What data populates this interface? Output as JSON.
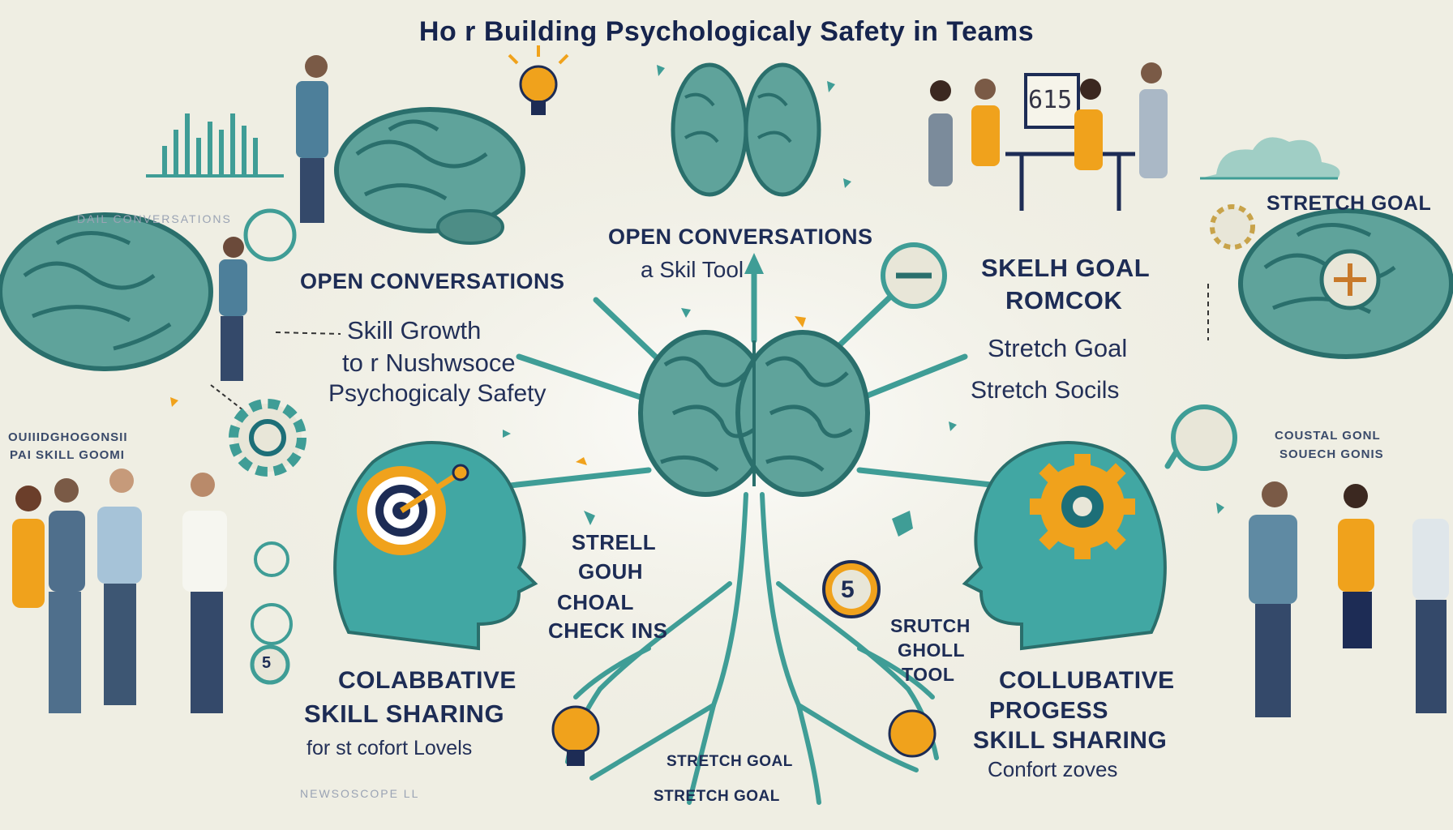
{
  "title": "Ho r Building Psychologicaly Safety in Teams",
  "labels": {
    "open_conversations_center": "OPEN CONVERSATIONS",
    "skill_tool": "a Skil  Tool",
    "open_conversations_left": "OPEN CONVERSATIONS",
    "skill_growth": "Skill Growth",
    "nushwsoce": "to r Nushwsoce",
    "psychogicaly_safety": "Psychogicaly Safety",
    "skelh_goal": "SKELH GOAL",
    "romcok": "ROMCOK",
    "stretch_goal_right": "Stretch Goal",
    "stretch_socils": "Stretch Socils",
    "stretch_goal_top_right": "STRETCH GOAL",
    "goal_left_1": "OUIIIDGHOGONSII",
    "goal_left_2": "PAI SKILL GOOMI",
    "goal_right_1": "COUSTAL GONL",
    "goal_right_2": "SOUECH GONIS",
    "strell": "STRELL",
    "gouh": "GOUH",
    "choal": "CHOAL",
    "check_ins": "CHECK INS",
    "sructch": "SRUTCH",
    "gholl": "GHOLL",
    "tool": "TOOL",
    "colabative_left": "COLABBATIVE",
    "skill_sharing_left": "SKILL SHARING",
    "comfort_levels": "for  st cofort Lovels",
    "colabative_right": "COLLUBATIVE",
    "progess": "PROGESS",
    "skill_sharing_right": "SKILL SHARING",
    "confort_zoves": "Confort zoves",
    "stretch_goal_bottom_1": "STRETCH        GOAL",
    "stretch_goal_bottom_2": "STRETCH GOAL",
    "faint_left": "DAIL CONVERSATIONS",
    "faint_bottom": "NEWSOSCOPE          LL",
    "board_sign": "615",
    "badge_5": "5",
    "badge_5_small": "5"
  },
  "colors": {
    "background": "#efeee3",
    "teal": "#3f9d96",
    "teal_dark": "#2a6f6c",
    "brain": "#5fa39b",
    "navy": "#1d2c55",
    "orange": "#f0a21c"
  },
  "icons": [
    "lightbulb-icon",
    "gear-icon",
    "target-icon",
    "brain-icon",
    "bar-chart-icon",
    "cloud-icon",
    "compass-icon",
    "clipboard-icon",
    "tree-roots-icon"
  ]
}
